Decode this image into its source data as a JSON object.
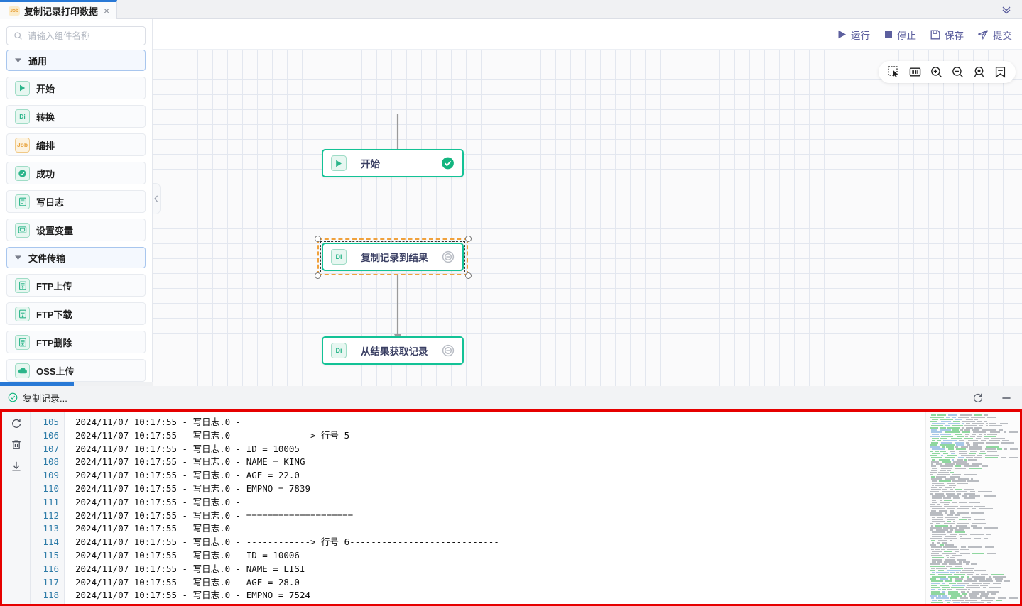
{
  "tab": {
    "badge": "Job",
    "title": "复制记录打印数据",
    "close_icon": "×",
    "expand_icon": "double-chevron-down"
  },
  "search": {
    "placeholder": "请输入组件名称",
    "value": "",
    "icon": "search-icon"
  },
  "toolbar": {
    "run_label": "运行",
    "stop_label": "停止",
    "save_label": "保存",
    "submit_label": "提交"
  },
  "canvas_tools": [
    {
      "name": "select-tool-icon",
      "title": "框选"
    },
    {
      "name": "fit-screen-icon",
      "title": "适应画布"
    },
    {
      "name": "zoom-in-icon",
      "title": "放大"
    },
    {
      "name": "zoom-out-icon",
      "title": "缩小"
    },
    {
      "name": "locate-icon",
      "title": "定位"
    },
    {
      "name": "bookmark-icon",
      "title": "书签"
    }
  ],
  "palette": {
    "groups": [
      {
        "label": "通用",
        "expanded": true,
        "items": [
          {
            "label": "开始",
            "icon": "play-icon",
            "icon_kind": "green"
          },
          {
            "label": "转换",
            "icon": "Di",
            "icon_kind": "green"
          },
          {
            "label": "编排",
            "icon": "Job",
            "icon_kind": "job"
          },
          {
            "label": "成功",
            "icon": "check-circle-icon",
            "icon_kind": "green"
          },
          {
            "label": "写日志",
            "icon": "document-icon",
            "icon_kind": "green"
          },
          {
            "label": "设置变量",
            "icon": "variable-icon",
            "icon_kind": "green"
          }
        ]
      },
      {
        "label": "文件传输",
        "expanded": true,
        "items": [
          {
            "label": "FTP上传",
            "icon": "file-upload-icon",
            "icon_kind": "green"
          },
          {
            "label": "FTP下载",
            "icon": "file-download-icon",
            "icon_kind": "green"
          },
          {
            "label": "FTP删除",
            "icon": "file-delete-icon",
            "icon_kind": "green"
          },
          {
            "label": "OSS上传",
            "icon": "cloud-upload-icon",
            "icon_kind": "green"
          }
        ]
      }
    ]
  },
  "flow": {
    "nodes": [
      {
        "id": "start",
        "label": "开始",
        "icon": "play-icon",
        "status": "success-check",
        "selected": false
      },
      {
        "id": "copy",
        "label": "复制记录到结果",
        "icon": "Di",
        "status": "neutral-minus",
        "selected": true
      },
      {
        "id": "fetch",
        "label": "从结果获取记录",
        "icon": "Di",
        "status": "neutral-minus",
        "selected": false
      }
    ]
  },
  "log": {
    "title": "复制记录...",
    "status_icon": "check-circle-icon",
    "refresh_icon": "refresh-icon",
    "minimize_icon": "minimize-icon",
    "tools": [
      {
        "name": "reload-icon"
      },
      {
        "name": "trash-icon"
      },
      {
        "name": "download-icon"
      }
    ],
    "line_numbers": [
      105,
      106,
      107,
      108,
      109,
      110,
      111,
      112,
      113,
      114,
      115,
      116,
      117,
      118
    ],
    "lines": [
      "2024/11/07 10:17:55 - 写日志.0 - ",
      "2024/11/07 10:17:55 - 写日志.0 - ------------> 行号 5----------------------------",
      "2024/11/07 10:17:55 - 写日志.0 - ID = 10005",
      "2024/11/07 10:17:55 - 写日志.0 - NAME = KING",
      "2024/11/07 10:17:55 - 写日志.0 - AGE = 22.0",
      "2024/11/07 10:17:55 - 写日志.0 - EMPNO = 7839",
      "2024/11/07 10:17:55 - 写日志.0 - ",
      "2024/11/07 10:17:55 - 写日志.0 - ====================",
      "2024/11/07 10:17:55 - 写日志.0 - ",
      "2024/11/07 10:17:55 - 写日志.0 - ------------> 行号 6----------------------------",
      "2024/11/07 10:17:55 - 写日志.0 - ID = 10006",
      "2024/11/07 10:17:55 - 写日志.0 - NAME = LISI",
      "2024/11/07 10:17:55 - 写日志.0 - AGE = 28.0",
      "2024/11/07 10:17:55 - 写日志.0 - EMPNO = 7524"
    ]
  },
  "colors": {
    "accent_blue": "#2979d6",
    "node_green": "#13c296",
    "selection_orange": "#f0a13c",
    "log_border_red": "#e60000",
    "job_yellow": "#e8a33d"
  }
}
